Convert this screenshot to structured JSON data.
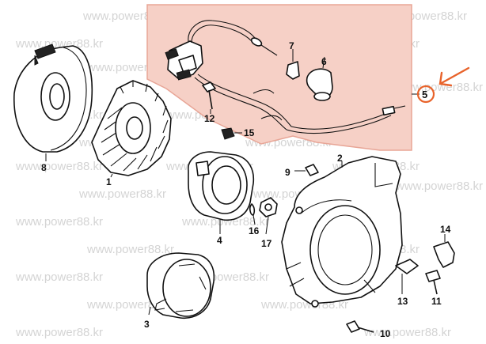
{
  "watermark": "www.power88.kr",
  "highlight": {
    "region_color": "#f6d0c6",
    "region_border": "#e8a596",
    "accent_color": "#e8632b"
  },
  "parts": {
    "p1": "1",
    "p2": "2",
    "p3": "3",
    "p4": "4",
    "p5": "5",
    "p6": "6",
    "p7": "7",
    "p8": "8",
    "p9": "9",
    "p10": "10",
    "p11": "11",
    "p12": "12",
    "p13": "13",
    "p14": "14",
    "p15": "15",
    "p16": "16",
    "p17": "17"
  },
  "icons": {
    "flywheel": "flywheel-icon",
    "fan": "cooling-fan-icon",
    "starter_pulley": "starter-pulley-icon",
    "starter_cup": "starter-cup-icon",
    "fan_shroud": "fan-shroud-icon",
    "ignition_coil": "ignition-coil-icon",
    "spark_plug_cap": "spark-plug-cap-icon",
    "bolt": "bolt-icon",
    "nut": "nut-icon",
    "washer": "washer-icon",
    "arrow": "arrow-icon"
  }
}
